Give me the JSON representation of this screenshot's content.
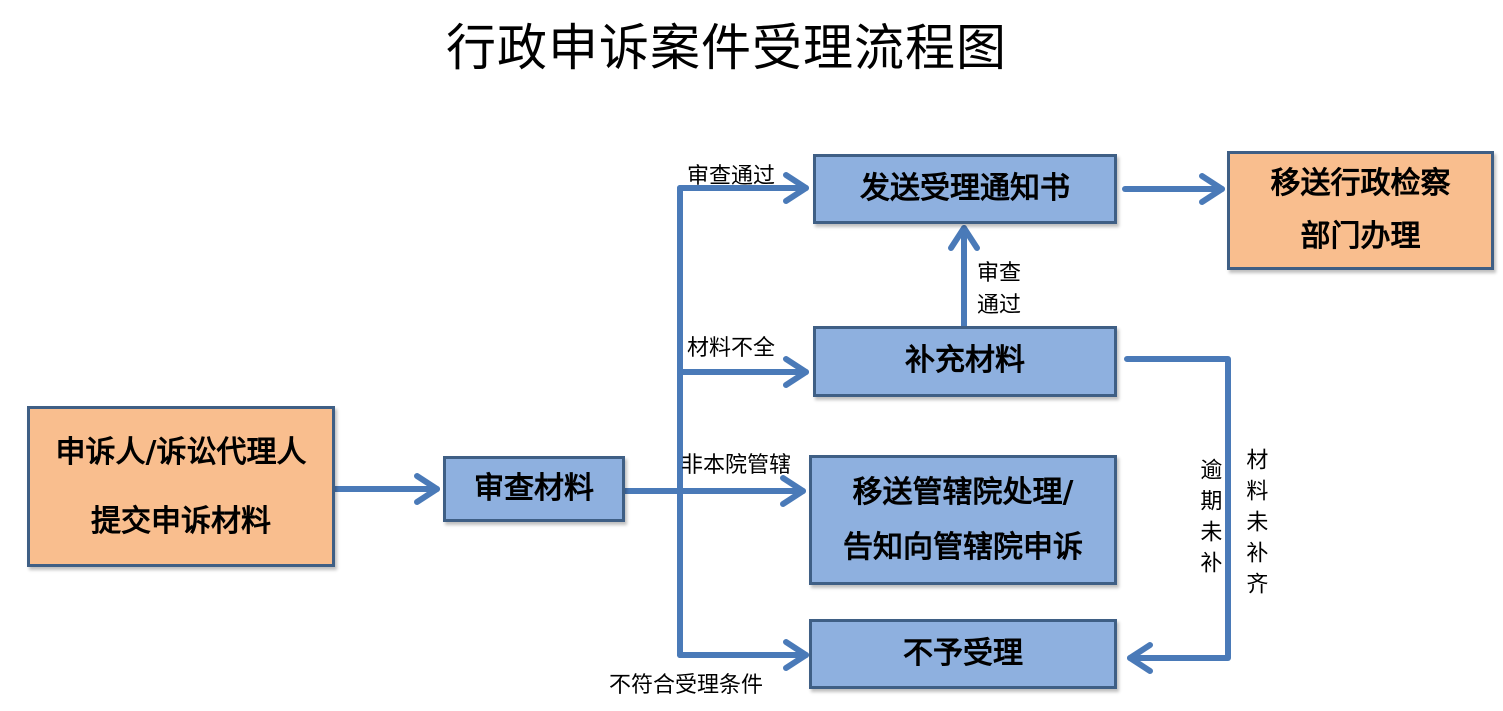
{
  "title": "行政申诉案件受理流程图",
  "nodes": {
    "applicant_line1": "申诉人/诉讼代理人",
    "applicant_line2": "提交申诉材料",
    "review": "审查材料",
    "send_notice": "发送受理通知书",
    "transfer_line1": "移送行政检察",
    "transfer_line2": "部门办理",
    "supplement": "补充材料",
    "jurisdiction_line1": "移送管辖院处理/",
    "jurisdiction_line2": "告知向管辖院申诉",
    "reject": "不予受理"
  },
  "edge_labels": {
    "pass_top": "审查通过",
    "pass_up_line1": "审查",
    "pass_up_line2": "通过",
    "incomplete": "材料不全",
    "non_jurisdiction": "非本院管辖",
    "not_qualified": "不符合受理条件",
    "overdue": "逾期未补",
    "not_supplemented": "材料未补齐"
  },
  "colors": {
    "box_blue": "#8eb0df",
    "box_orange": "#f9be8e",
    "border": "#3f5f85",
    "arrow": "#4a7ab8"
  }
}
